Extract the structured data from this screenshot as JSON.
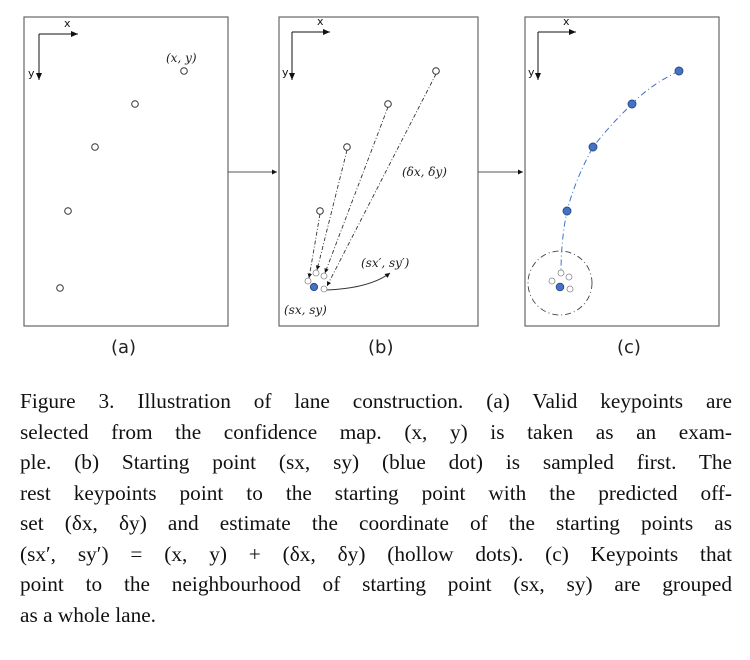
{
  "figure": {
    "panels": [
      {
        "label": "(a)",
        "annotations": [
          "(x, y)"
        ]
      },
      {
        "label": "(b)",
        "annotations": [
          "(δx, δy)",
          "(sx′, sy′)",
          "(sx, sy)"
        ]
      },
      {
        "label": "(c)",
        "annotations": []
      }
    ],
    "axis_labels": {
      "x": "x",
      "y": "y"
    },
    "colors": {
      "keypoint_fill": "#4472c4",
      "lane_line": "#4472c4",
      "frame": "#666666"
    }
  },
  "caption": {
    "lines": [
      "Figure 3. Illustration of lane construction. (a) Valid keypoints are",
      "selected from the confidence map.  (x, y) is taken as an exam-",
      "ple.  (b) Starting point (sx, sy) (blue dot) is sampled first.  The",
      "rest keypoints point to the starting point with the predicted off-",
      "set (δx, δy) and estimate the coordinate of the starting points as",
      "(sx′, sy′) = (x, y) + (δx, δy) (hollow dots). (c) Keypoints that",
      "point to the neighbourhood of starting point (sx, sy) are grouped",
      "as a whole lane."
    ]
  }
}
